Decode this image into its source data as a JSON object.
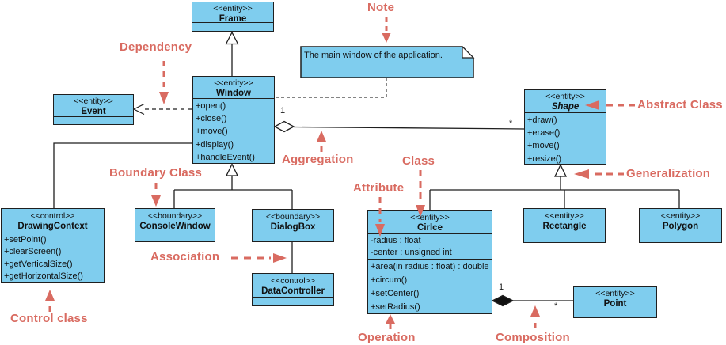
{
  "diagram": {
    "classes": {
      "frame": {
        "stereotype": "<<entity>>",
        "name": "Frame"
      },
      "window": {
        "stereotype": "<<entity>>",
        "name": "Window",
        "operations": [
          "+open()",
          "+close()",
          "+move()",
          "+display()",
          "+handleEvent()"
        ]
      },
      "event": {
        "stereotype": "<<entity>>",
        "name": "Event"
      },
      "shape": {
        "stereotype": "<<entity>>",
        "name": "Shape",
        "operations": [
          "+draw()",
          "+erase()",
          "+move()",
          "+resize()"
        ]
      },
      "drawing_context": {
        "stereotype": "<<control>>",
        "name": "DrawingContext",
        "operations": [
          "+setPoint()",
          "+clearScreen()",
          "+getVerticalSize()",
          "+getHorizontalSize()"
        ]
      },
      "console_window": {
        "stereotype": "<<boundary>>",
        "name": "ConsoleWindow"
      },
      "dialog_box": {
        "stereotype": "<<boundary>>",
        "name": "DialogBox"
      },
      "data_controller": {
        "stereotype": "<<control>>",
        "name": "DataController"
      },
      "circle": {
        "stereotype": "<<entity>>",
        "name": "Cirlce",
        "attributes": [
          "-radius : float",
          "-center : unsigned int"
        ],
        "operations": [
          "+area(in radius : float) : double",
          "+circum()",
          "+setCenter()",
          "+setRadius()"
        ]
      },
      "rectangle": {
        "stereotype": "<<entity>>",
        "name": "Rectangle"
      },
      "polygon": {
        "stereotype": "<<entity>>",
        "name": "Polygon"
      },
      "point": {
        "stereotype": "<<entity>>",
        "name": "Point"
      }
    },
    "note": {
      "text": "The main window of the application."
    },
    "multiplicities": {
      "aggregation_one": "1",
      "aggregation_many": "*",
      "composition_one": "1",
      "composition_many": "*"
    },
    "annotations": {
      "note": "Note",
      "dependency": "Dependency",
      "abstract_class": "Abstract Class",
      "aggregation": "Aggregation",
      "boundary_class": "Boundary Class",
      "class_label": "Class",
      "generalization": "Generalization",
      "attribute": "Attribute",
      "association": "Association",
      "control_class": "Control class",
      "operation": "Operation",
      "composition": "Composition"
    },
    "colors": {
      "class_fill": "#7fcdee",
      "class_border": "#1f1f1f",
      "annotation": "#d96b61"
    }
  }
}
